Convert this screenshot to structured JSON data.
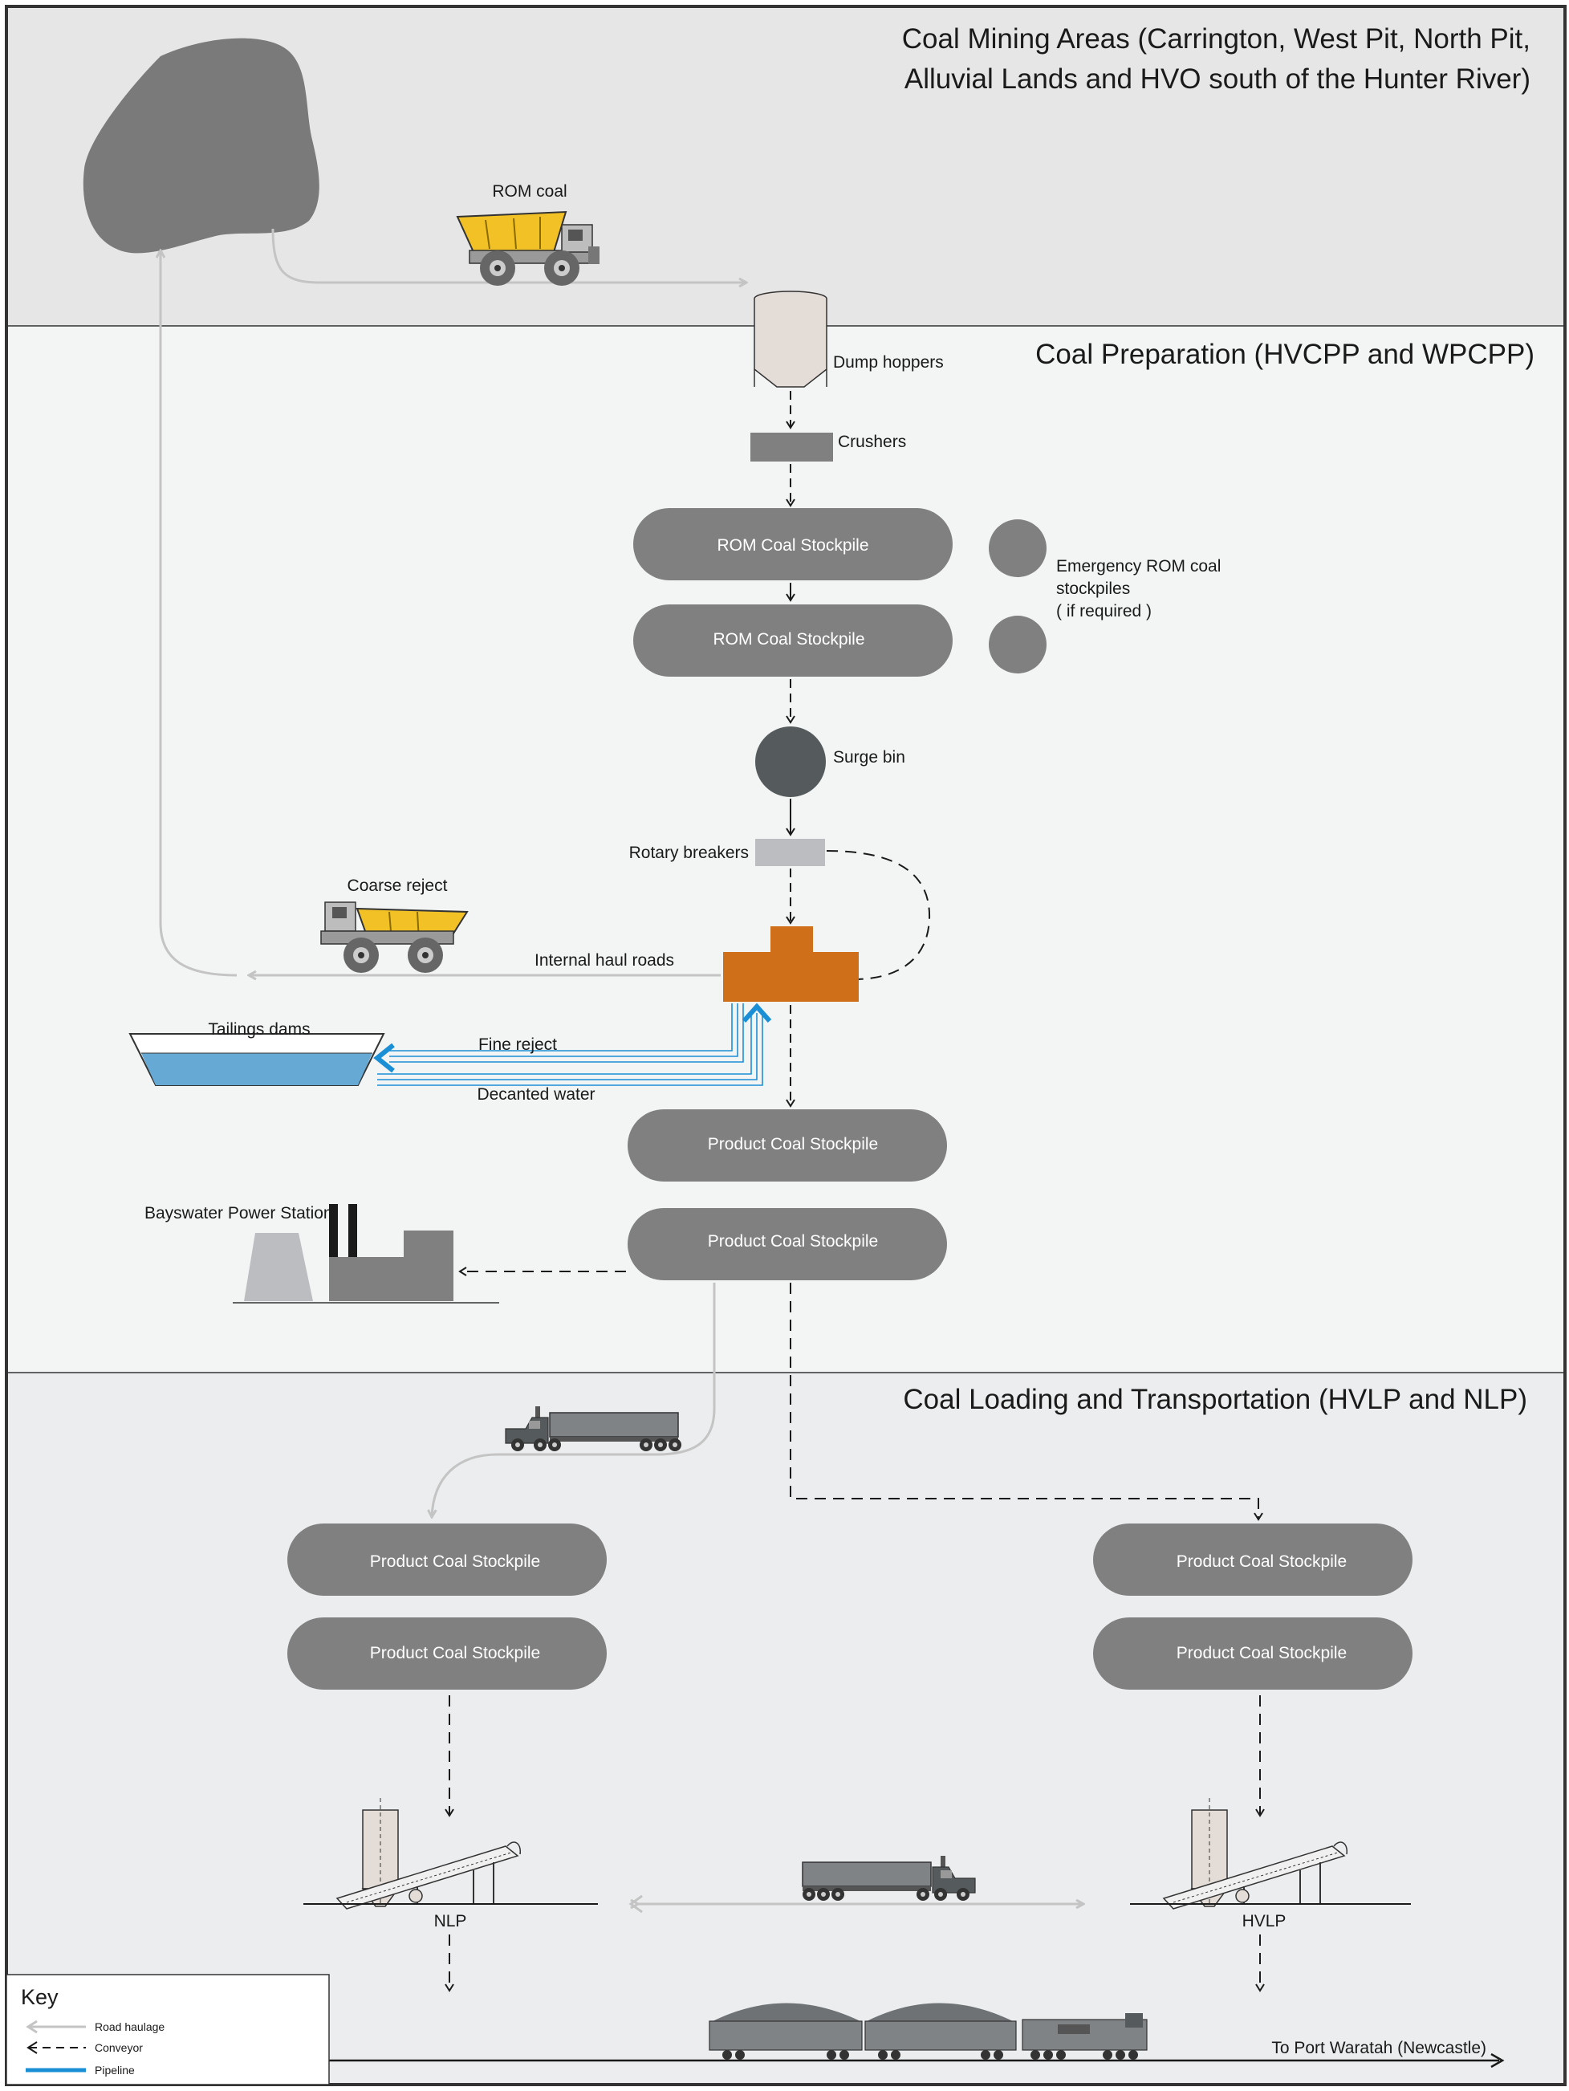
{
  "zones": {
    "mining": {
      "title_line1": "Coal Mining Areas (Carrington, West Pit, North Pit,",
      "title_line2": "Alluvial Lands and HVO south of the Hunter River)"
    },
    "preparation": {
      "title": "Coal Preparation (HVCPP and WPCPP)"
    },
    "loading": {
      "title": "Coal Loading and Transportation (HVLP and NLP)"
    }
  },
  "labels": {
    "rom_coal": "ROM coal",
    "dump_hoppers": "Dump hoppers",
    "crushers": "Crushers",
    "rom_stockpile_1": "ROM Coal Stockpile",
    "rom_stockpile_2": "ROM Coal Stockpile",
    "emergency_line1": "Emergency ROM coal",
    "emergency_line2": "stockpiles",
    "emergency_line3": "( if required )",
    "surge_bin": "Surge bin",
    "rotary_breakers": "Rotary breakers",
    "coarse_reject": "Coarse reject",
    "internal_haul_roads": "Internal haul roads",
    "tailings_dams": "Tailings dams",
    "fine_reject": "Fine reject",
    "decanted_water": "Decanted water",
    "product_stockpile_1": "Product Coal Stockpile",
    "product_stockpile_2": "Product Coal Stockpile",
    "bayswater": "Bayswater Power Station",
    "nlp_stockpile_1": "Product Coal Stockpile",
    "nlp_stockpile_2": "Product Coal Stockpile",
    "hvlp_stockpile_1": "Product Coal Stockpile",
    "hvlp_stockpile_2": "Product Coal Stockpile",
    "nlp": "NLP",
    "hvlp": "HVLP",
    "to_port": "To Port Waratah (Newcastle)"
  },
  "key": {
    "title": "Key",
    "road_haulage": "Road haulage",
    "conveyor": "Conveyor",
    "pipeline": "Pipeline"
  },
  "colors": {
    "zone_mining": "#e6e6e6",
    "zone_preparation": "#f3f5f5",
    "zone_loading": "#ebedee",
    "stockpile": "#808080",
    "pit": "#7a7a7a",
    "surge_bin": "#555b5c",
    "rotary_breaker": "#bbbdc0",
    "plant": "#cf6f19",
    "tailings_water": "#65a9d4",
    "road_haulage": "#c4c4c4",
    "conveyor": "#1a1a1a",
    "pipeline": "#1b8fd6",
    "truck_yellow": "#f2c126"
  },
  "icons": {
    "pit": "mine-pit-icon",
    "haul_truck": "haul-truck-icon",
    "hopper": "hopper-icon",
    "semi_truck": "semi-truck-icon",
    "power_station": "power-station-icon",
    "loader": "train-loading-facility-icon",
    "train": "coal-train-icon"
  }
}
